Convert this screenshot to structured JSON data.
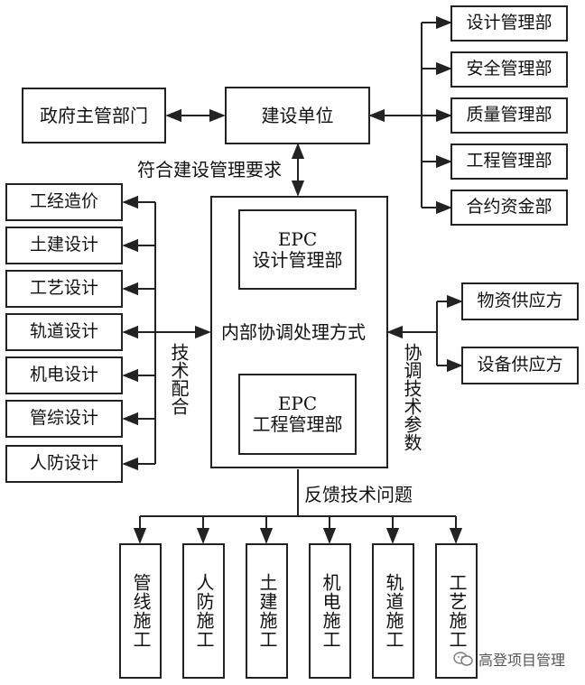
{
  "nodes": {
    "government": "政府主管部门",
    "owner": "建设单位",
    "owner_depts": [
      "设计管理部",
      "安全管理部",
      "质量管理部",
      "工程管理部",
      "合约资金部"
    ],
    "design_disciplines": [
      "工经造价",
      "土建设计",
      "工艺设计",
      "轨道设计",
      "机电设计",
      "管综设计",
      "人防设计"
    ],
    "epc_design": "EPC\n设计管理部",
    "epc_center": "内部协调处理方式",
    "epc_engineering": "EPC\n工程管理部",
    "suppliers": [
      "物资供应方",
      "设备供应方"
    ],
    "construction": [
      "管线施工",
      "人防施工",
      "土建施工",
      "机电施工",
      "轨道施工",
      "工艺施工"
    ]
  },
  "labels": {
    "compliance": "符合建设管理要求",
    "tech_coop": "技术配合",
    "coord_params": "协调技术参数",
    "feedback": "反馈技术问题"
  },
  "watermark": {
    "text": "高登项目管理",
    "icon": "wechat-icon"
  },
  "colors": {
    "line": "#222222",
    "background": "#ffffff"
  }
}
